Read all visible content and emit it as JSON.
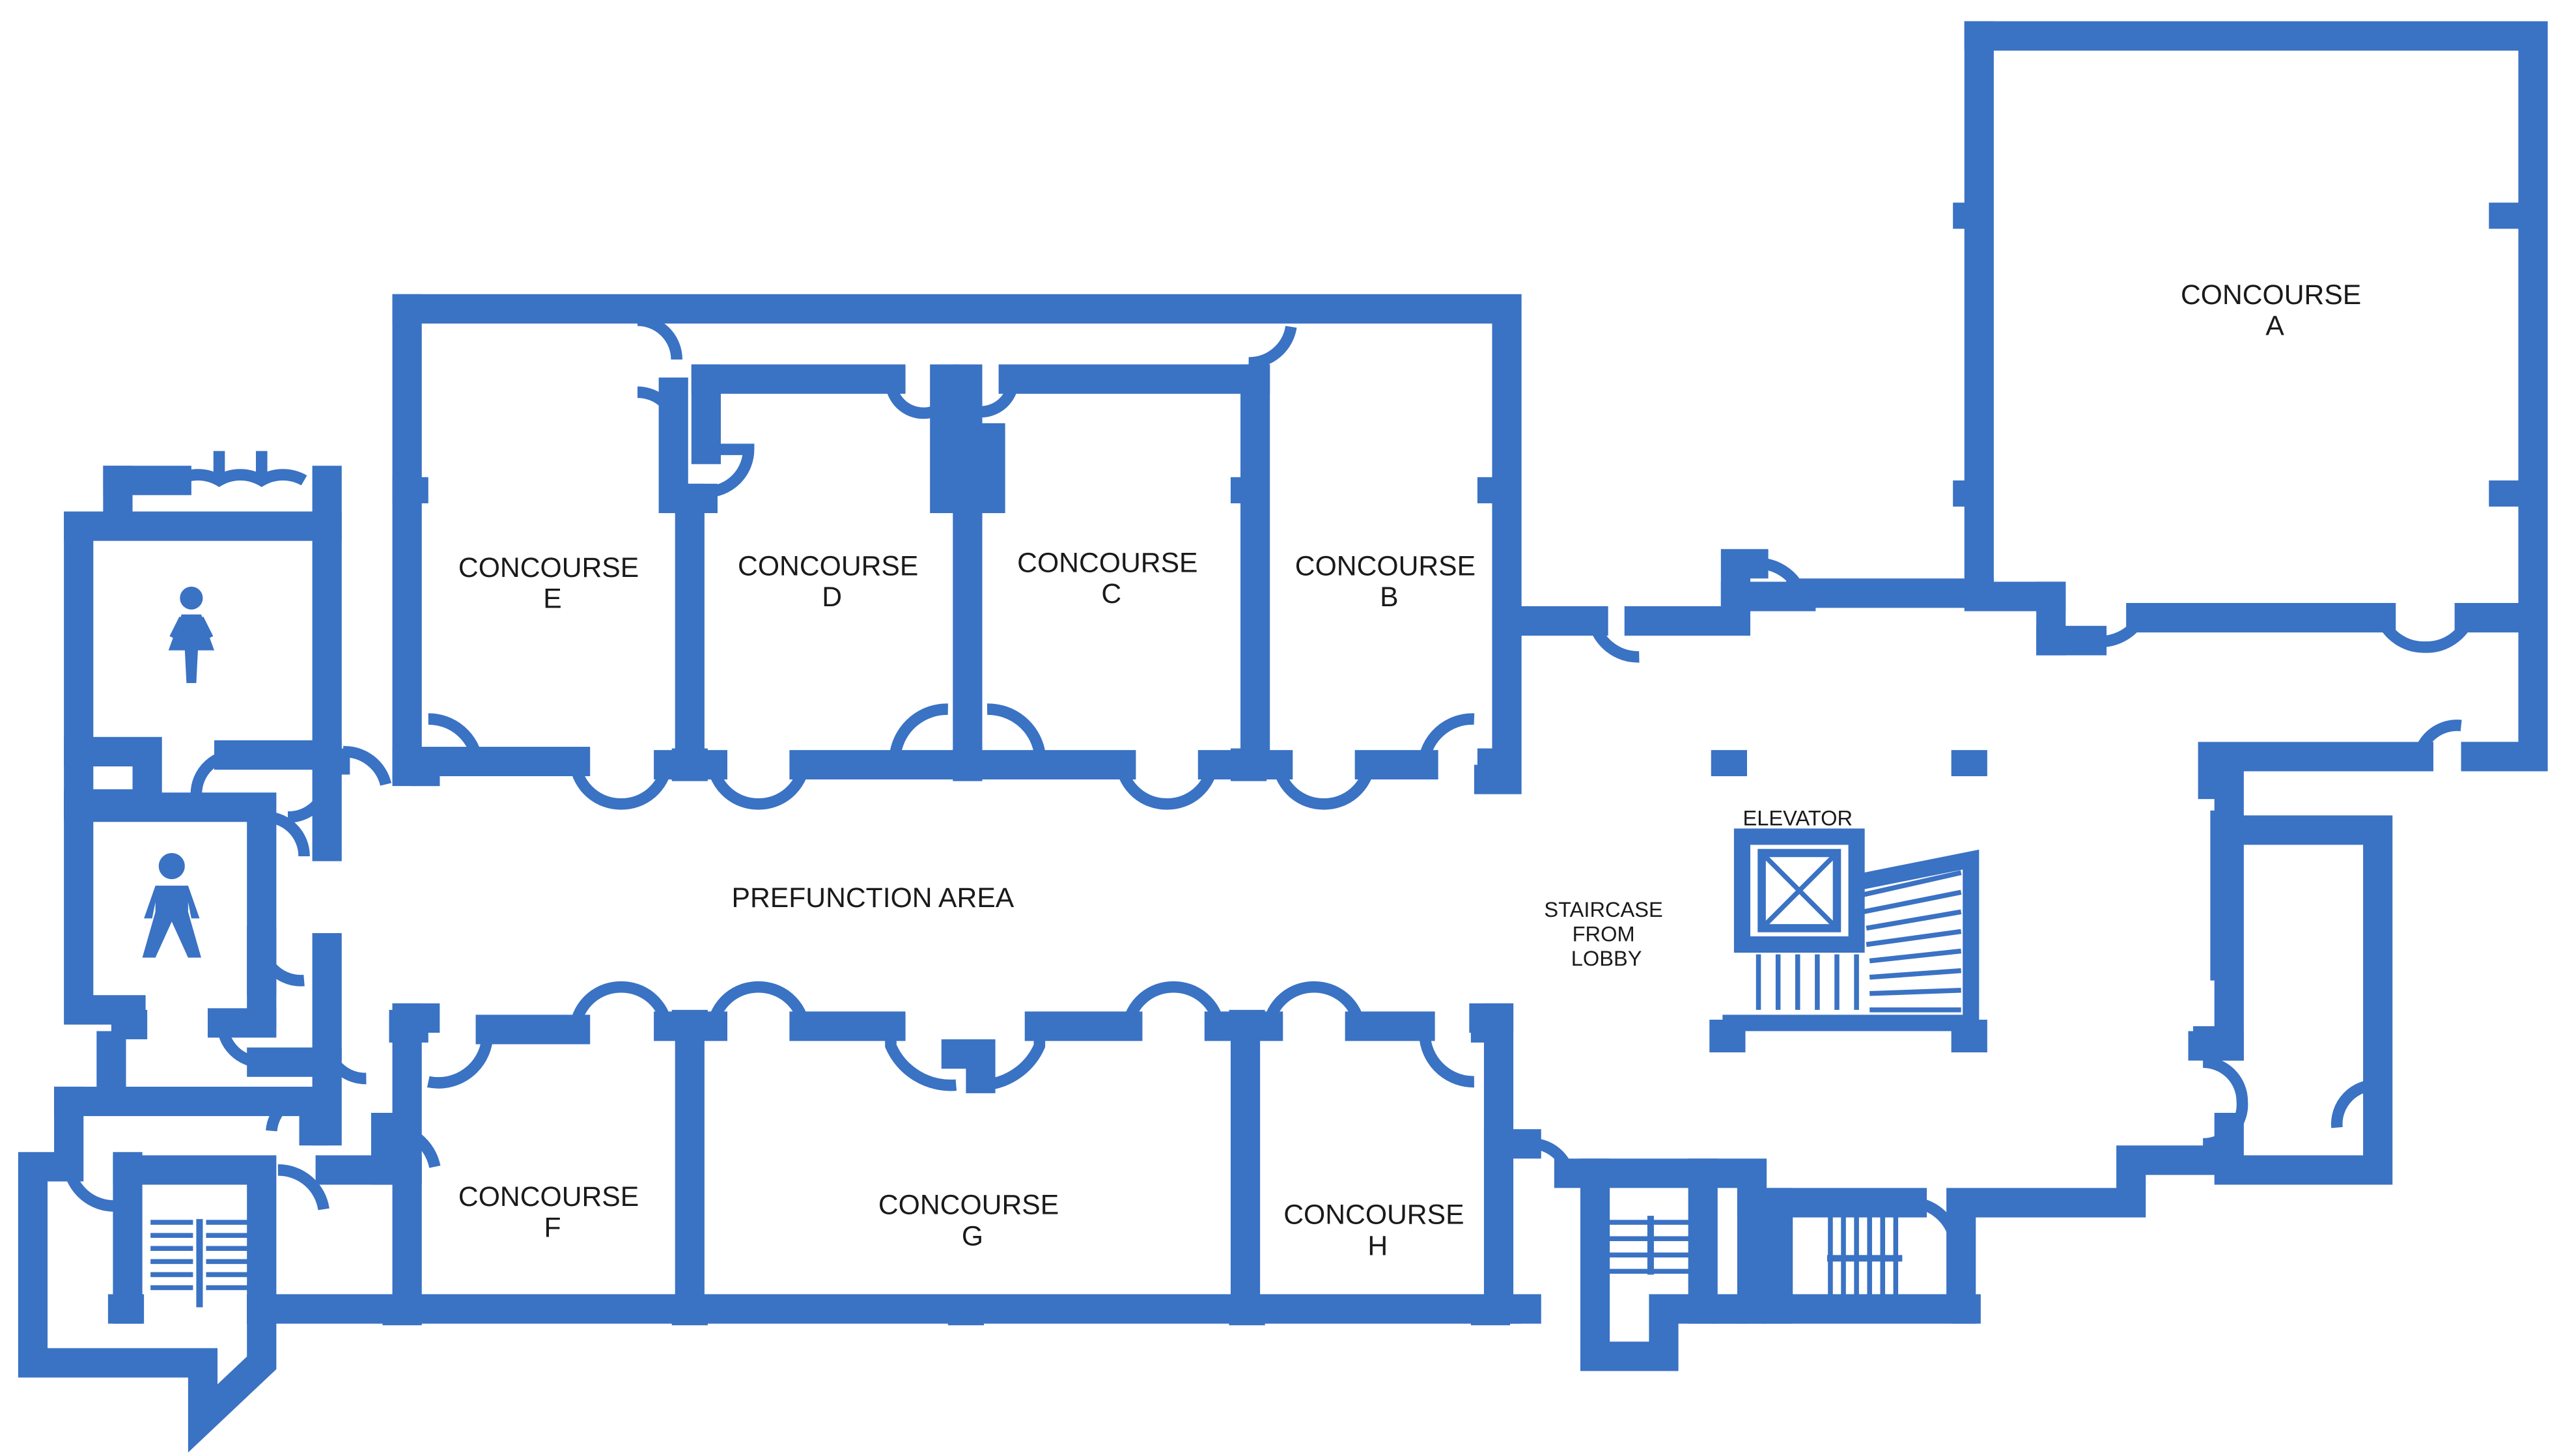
{
  "colors": {
    "wall": "#3a72c4",
    "background": "#ffffff",
    "text": "#1a1a1a"
  },
  "rooms": {
    "concourse_a": {
      "line1": "CONCOURSE",
      "line2": "A"
    },
    "concourse_b": {
      "line1": "CONCOURSE",
      "line2": "B"
    },
    "concourse_c": {
      "line1": "CONCOURSE",
      "line2": "C"
    },
    "concourse_d": {
      "line1": "CONCOURSE",
      "line2": "D"
    },
    "concourse_e": {
      "line1": "CONCOURSE",
      "line2": "E"
    },
    "concourse_f": {
      "line1": "CONCOURSE",
      "line2": "F"
    },
    "concourse_g": {
      "line1": "CONCOURSE",
      "line2": "G"
    },
    "concourse_h": {
      "line1": "CONCOURSE",
      "line2": "H"
    }
  },
  "prefunction_label": "PREFUNCTION AREA",
  "elevator_label": "ELEVATOR",
  "staircase_label": {
    "line1": "STAIRCASE",
    "line2": "FROM",
    "line3": "LOBBY"
  },
  "icons": [
    "womens-restroom-icon",
    "mens-restroom-icon",
    "elevator-icon",
    "staircase-icon",
    "door-icon"
  ]
}
